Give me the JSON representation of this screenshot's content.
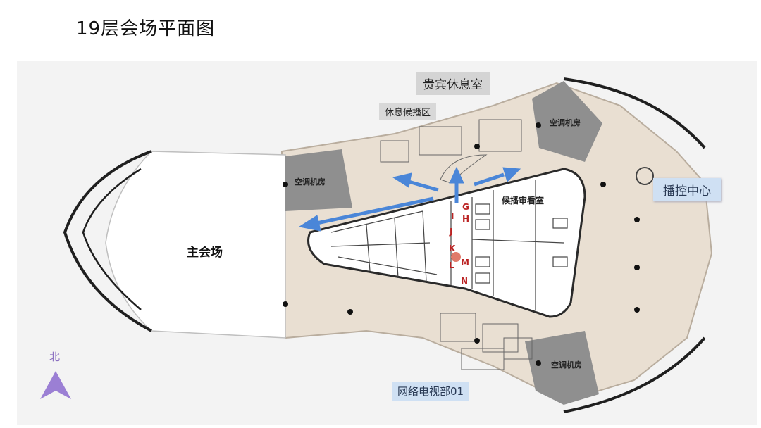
{
  "title": "19层会场平面图",
  "labels": {
    "vip_lounge": "贵宾休息室",
    "waiting_area": "休息候播区",
    "ac_room_1": "空调机房",
    "ac_room_2": "空调机房",
    "ac_room_3": "空调机房",
    "review_room": "候播审看室",
    "broadcast_center": "播控中心",
    "main_hall": "主会场",
    "network_tv": "网络电视部01"
  },
  "elevator_letters": [
    "G",
    "H",
    "I",
    "J",
    "K",
    "M",
    "L",
    "N"
  ],
  "compass": {
    "label": "北",
    "color": "#9b7fd4"
  },
  "colors": {
    "floor": "#e9dfd2",
    "wall": "#2a2a2a",
    "gray_room": "#8f8f8f",
    "arrow": "#4a86d8",
    "accent_tag": "#cfe0f3"
  }
}
